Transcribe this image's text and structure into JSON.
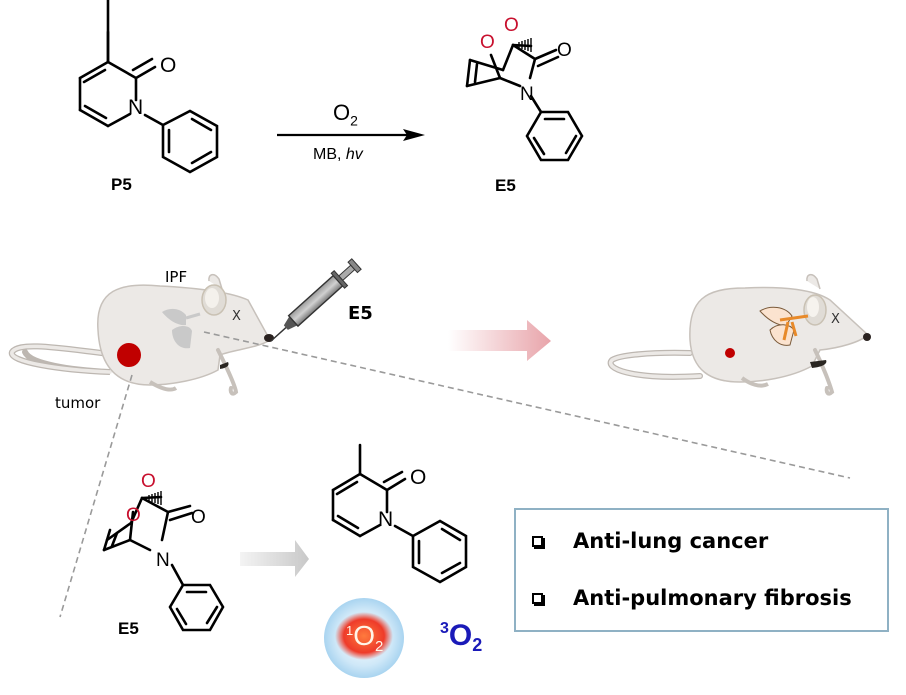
{
  "reaction": {
    "reactant_label": "P5",
    "product_label": "E5",
    "reagent_above": "O",
    "reagent_above_sub": "2",
    "conditions": "MB, ",
    "conditions_italic": "hv"
  },
  "atoms": {
    "oxygen": "O",
    "nitrogen": "N"
  },
  "mouse_before": {
    "disease_label": "IPF",
    "tumor_label": "tumor",
    "injection_label": "E5",
    "eye_mark": "X"
  },
  "mouse_after": {
    "eye_mark": "X"
  },
  "release": {
    "endoperoxide_label": "E5",
    "singlet_oxygen": {
      "sup": "1",
      "main": "O",
      "sub": "2"
    },
    "triplet_oxygen": {
      "sup": "3",
      "main": "O",
      "sub": "2"
    }
  },
  "benefits": [
    {
      "label": "Anti-lung cancer"
    },
    {
      "label": "Anti-pulmonary fibrosis"
    }
  ],
  "colors": {
    "peroxide_red": "#c8102e",
    "triplet_blue": "#1a1ab8",
    "tumor_red": "#c00000",
    "box_border": "#8fb1c4",
    "mouse_fill": "#ece9e6",
    "pink_arrow": "#e8a4aa",
    "grey_arrow": "#c8c8c8"
  }
}
